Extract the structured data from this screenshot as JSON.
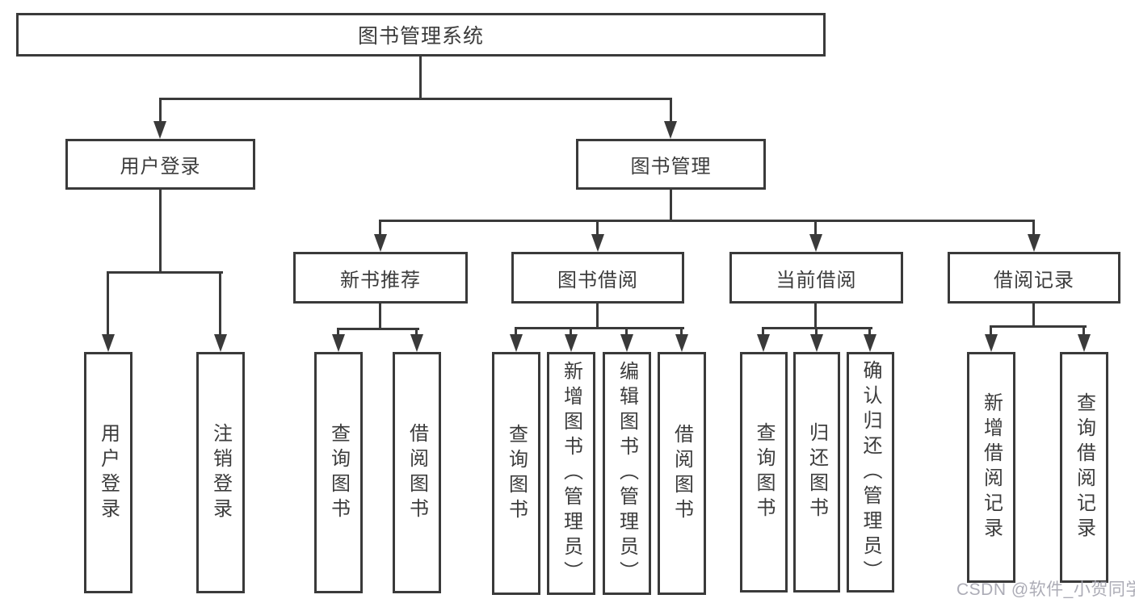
{
  "diagram_type": "function-structure-tree",
  "colors": {
    "background": "#ffffff",
    "line": "#3a3a3a",
    "text": "#3c3c3c",
    "watermark": "#a8a8b2"
  },
  "tree": {
    "label": "图书管理系统",
    "children": [
      {
        "label": "用户登录",
        "children": [
          {
            "label": "用户登录"
          },
          {
            "label": "注销登录"
          }
        ]
      },
      {
        "label": "图书管理",
        "children": [
          {
            "label": "新书推荐",
            "children": [
              {
                "label": "查询图书"
              },
              {
                "label": "借阅图书"
              }
            ]
          },
          {
            "label": "图书借阅",
            "children": [
              {
                "label": "查询图书"
              },
              {
                "label": "新增图书（管理员）"
              },
              {
                "label": "编辑图书（管理员）"
              },
              {
                "label": "借阅图书"
              }
            ]
          },
          {
            "label": "当前借阅",
            "children": [
              {
                "label": "查询图书"
              },
              {
                "label": "归还图书"
              },
              {
                "label": "确认归还（管理员）"
              }
            ]
          },
          {
            "label": "借阅记录",
            "children": [
              {
                "label": "新增借阅记录"
              },
              {
                "label": "查询借阅记录"
              }
            ]
          }
        ]
      }
    ]
  },
  "watermark": {
    "text": "CSDN @软件_小贺同学"
  }
}
